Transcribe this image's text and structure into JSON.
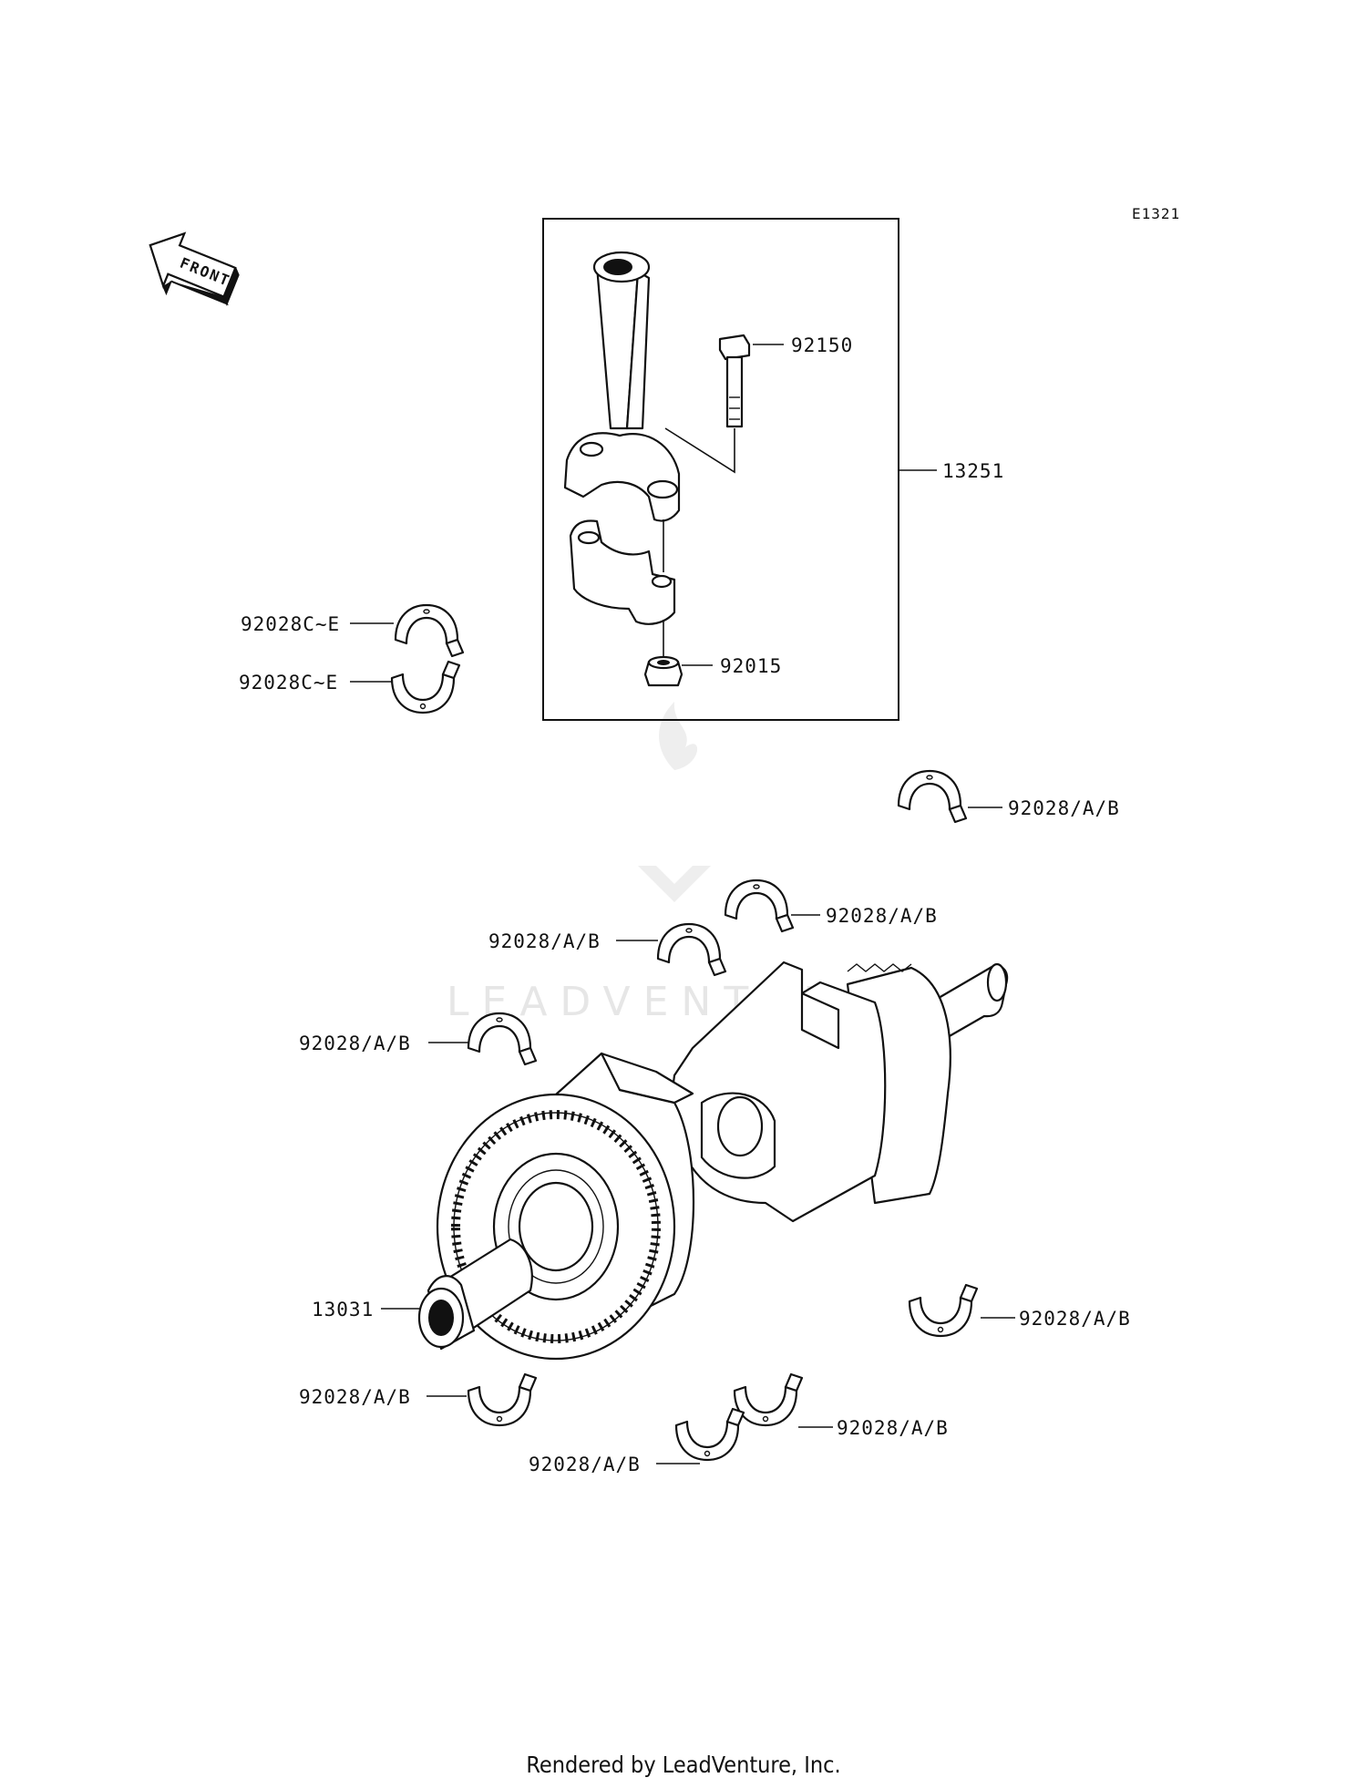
{
  "diagram_code": "E1321",
  "front_marker": "FRONT",
  "watermark": "LEADVENTURE",
  "callouts": {
    "conrod_bolt": "92150",
    "conrod_assy": "13251",
    "conrod_nut": "92015",
    "conrod_bearing_upper": "92028C~E",
    "conrod_bearing_lower": "92028C~E",
    "crankshaft": "13031",
    "main_bearing_1": "92028/A/B",
    "main_bearing_2": "92028/A/B",
    "main_bearing_3": "92028/A/B",
    "main_bearing_4": "92028/A/B",
    "main_bearing_5": "92028/A/B",
    "main_bearing_6": "92028/A/B",
    "main_bearing_7": "92028/A/B",
    "main_bearing_8": "92028/A/B"
  },
  "footer": "Rendered by LeadVenture, Inc."
}
